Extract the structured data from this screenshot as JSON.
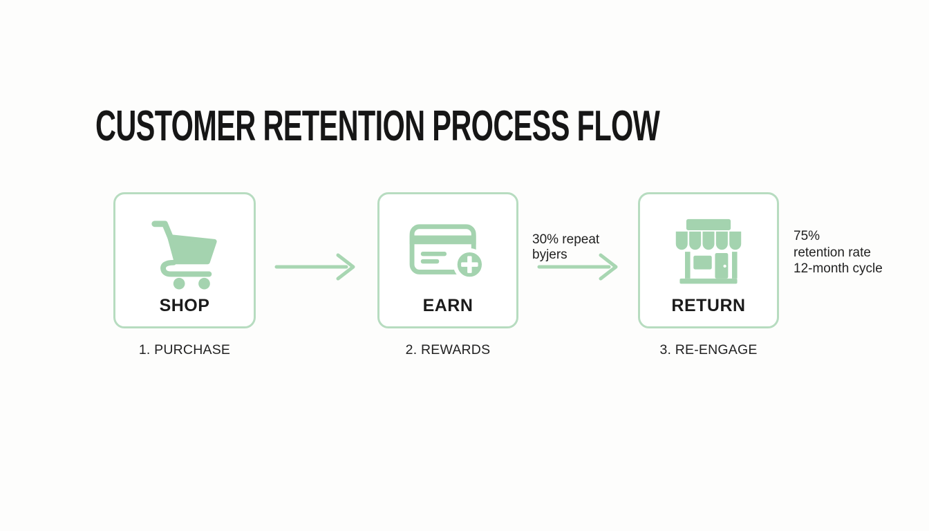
{
  "title": "CUSTOMER RETENTION PROCESS FLOW",
  "steps": [
    {
      "icon": "shopping-cart-icon",
      "box_label": "SHOP",
      "step_label": "1. PURCHASE"
    },
    {
      "icon": "credit-card-plus-icon",
      "box_label": "EARN",
      "step_label": "2. REWARDS"
    },
    {
      "icon": "storefront-icon",
      "box_label": "RETURN",
      "step_label": "3. RE-ENGAGE"
    }
  ],
  "arrow_annotation": {
    "line1": "30% repeat",
    "line2": "byjers"
  },
  "side_note": {
    "line1": "75%",
    "line2": "retention rate",
    "line3": "12-month cycle"
  },
  "colors": {
    "icon_green": "#a4d3af",
    "box_border_green": "#b7dcc0",
    "arrow_green": "#a8d6b2",
    "text_dark": "#1d1d1d",
    "background": "#fdfdfc"
  }
}
